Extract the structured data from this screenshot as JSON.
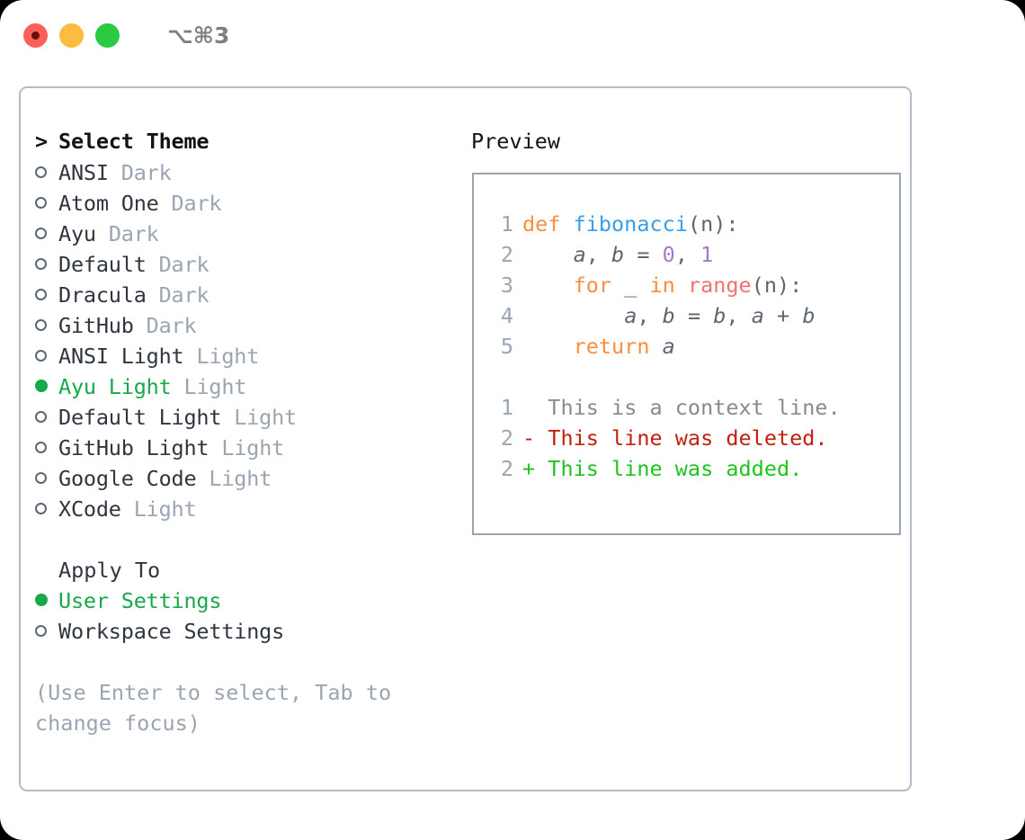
{
  "window": {
    "traffic_lights": [
      {
        "name": "close-button",
        "color": "#fc6058"
      },
      {
        "name": "minimize-button",
        "color": "#fdbc40"
      },
      {
        "name": "zoom-button",
        "color": "#2acb42"
      }
    ],
    "shortcut_label": "⌥⌘3"
  },
  "colors": {
    "accent_green": "#17a84c",
    "muted_gray": "#9aa5b1",
    "text": "#2f3640",
    "panel_border": "#b3bcc6",
    "preview_border": "#9aa5b1",
    "keyword": "#fa8d3e",
    "function": "#399ee6",
    "builtin": "#f07171",
    "number": "#a37acc",
    "variable": "#5c6773",
    "diff_context": "#8a8a8a",
    "diff_delete": "#c21f0f",
    "diff_add": "#1fc320"
  },
  "theme_list": {
    "header_prefix": ">",
    "header_label": "Select Theme",
    "items": [
      {
        "marker": "○",
        "selected": false,
        "label": "ANSI",
        "tag": "Dark"
      },
      {
        "marker": "○",
        "selected": false,
        "label": "Atom One",
        "tag": "Dark"
      },
      {
        "marker": "○",
        "selected": false,
        "label": "Ayu",
        "tag": "Dark"
      },
      {
        "marker": "○",
        "selected": false,
        "label": "Default",
        "tag": "Dark"
      },
      {
        "marker": "○",
        "selected": false,
        "label": "Dracula",
        "tag": "Dark"
      },
      {
        "marker": "○",
        "selected": false,
        "label": "GitHub",
        "tag": "Dark"
      },
      {
        "marker": "○",
        "selected": false,
        "label": "ANSI Light",
        "tag": "Light"
      },
      {
        "marker": "●",
        "selected": true,
        "label": "Ayu Light",
        "tag": "Light"
      },
      {
        "marker": "○",
        "selected": false,
        "label": "Default Light",
        "tag": "Light"
      },
      {
        "marker": "○",
        "selected": false,
        "label": "GitHub Light",
        "tag": "Light"
      },
      {
        "marker": "○",
        "selected": false,
        "label": "Google Code",
        "tag": "Light"
      },
      {
        "marker": "○",
        "selected": false,
        "label": "XCode",
        "tag": "Light"
      }
    ]
  },
  "apply_to": {
    "header_label": "Apply To",
    "items": [
      {
        "marker": "●",
        "selected": true,
        "label": "User Settings"
      },
      {
        "marker": "○",
        "selected": false,
        "label": "Workspace Settings"
      }
    ]
  },
  "hint": "(Use Enter to select, Tab to change focus)",
  "preview": {
    "title": "Preview",
    "code_lines": [
      {
        "number": "1",
        "tokens": [
          {
            "text": "def ",
            "type": "kw"
          },
          {
            "text": "fibonacci",
            "type": "fn"
          },
          {
            "text": "(n):",
            "type": "punct"
          }
        ]
      },
      {
        "number": "2",
        "tokens": [
          {
            "text": "    ",
            "type": "punct"
          },
          {
            "text": "a",
            "type": "var"
          },
          {
            "text": ", ",
            "type": "punct"
          },
          {
            "text": "b",
            "type": "var"
          },
          {
            "text": " = ",
            "type": "punct"
          },
          {
            "text": "0",
            "type": "num"
          },
          {
            "text": ", ",
            "type": "punct"
          },
          {
            "text": "1",
            "type": "num"
          }
        ]
      },
      {
        "number": "3",
        "tokens": [
          {
            "text": "    ",
            "type": "punct"
          },
          {
            "text": "for",
            "type": "kw"
          },
          {
            "text": " _ ",
            "type": "punct"
          },
          {
            "text": "in",
            "type": "kw"
          },
          {
            "text": " ",
            "type": "punct"
          },
          {
            "text": "range",
            "type": "builtin"
          },
          {
            "text": "(n):",
            "type": "punct"
          }
        ]
      },
      {
        "number": "4",
        "tokens": [
          {
            "text": "        ",
            "type": "punct"
          },
          {
            "text": "a",
            "type": "var"
          },
          {
            "text": ", ",
            "type": "punct"
          },
          {
            "text": "b",
            "type": "var"
          },
          {
            "text": " = ",
            "type": "punct"
          },
          {
            "text": "b",
            "type": "var"
          },
          {
            "text": ", ",
            "type": "punct"
          },
          {
            "text": "a",
            "type": "var"
          },
          {
            "text": " + ",
            "type": "punct"
          },
          {
            "text": "b",
            "type": "var"
          }
        ]
      },
      {
        "number": "5",
        "tokens": [
          {
            "text": "    ",
            "type": "punct"
          },
          {
            "text": "return",
            "type": "kw"
          },
          {
            "text": " ",
            "type": "punct"
          },
          {
            "text": "a",
            "type": "var"
          }
        ]
      }
    ],
    "diff_lines": [
      {
        "number": "1",
        "sign": " ",
        "text": " This is a context line.",
        "type": "diff-ctx"
      },
      {
        "number": "2",
        "sign": "-",
        "text": " This line was deleted.",
        "type": "diff-del"
      },
      {
        "number": "2",
        "sign": "+",
        "text": " This line was added.",
        "type": "diff-add"
      }
    ]
  }
}
